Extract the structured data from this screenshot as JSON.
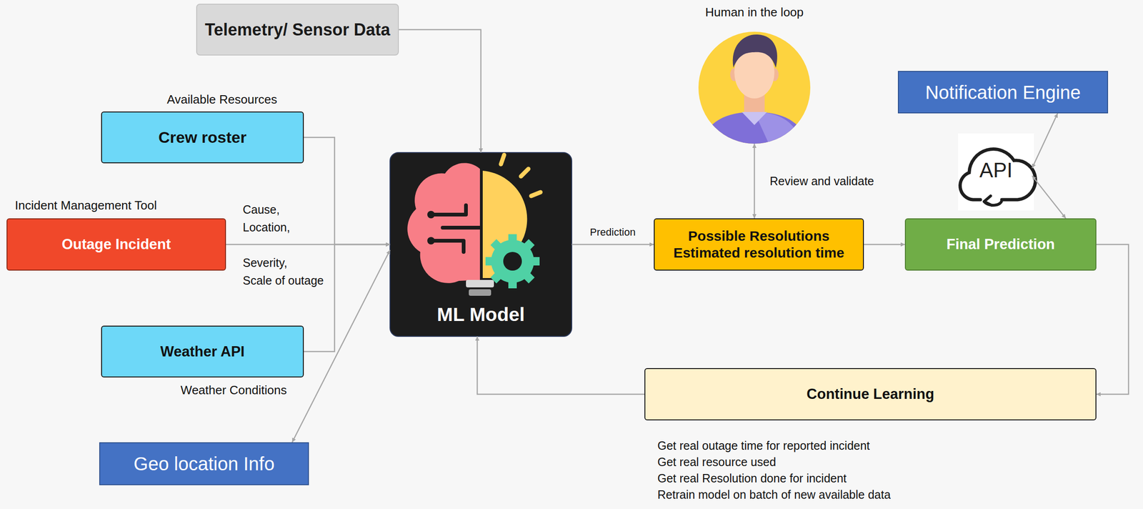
{
  "diagram": {
    "nodes": [
      {
        "text": [
          "Telemetry/ Sensor Data"
        ]
      },
      {
        "text": [
          "Available Resources",
          "Crew roster"
        ]
      },
      {
        "text": [
          "Incident Management Tool",
          "Outage Incident"
        ]
      },
      {
        "text": [
          "Weather API",
          "Weather Conditions"
        ]
      },
      {
        "text": [
          "Geo location Info"
        ]
      },
      {
        "text": [
          "ML Model"
        ]
      },
      {
        "text": [
          "Human in the loop"
        ]
      },
      {
        "text": [
          "Possible Resolutions Estimated resolution time"
        ]
      },
      {
        "text": [
          "Notification Engine"
        ]
      },
      {
        "text": [
          "API"
        ]
      },
      {
        "text": [
          "Final Prediction"
        ]
      },
      {
        "text": [
          "Continue Learning"
        ]
      }
    ],
    "edges": [
      {
        "from": 0,
        "to": 5,
        "arrow": "to"
      },
      {
        "from": 1,
        "to": 5,
        "arrow": "to"
      },
      {
        "from": 2,
        "to": 5,
        "arrow": "to"
      },
      {
        "from": 3,
        "to": 5,
        "arrow": "to"
      },
      {
        "from": 4,
        "to": 5,
        "arrow": "both"
      },
      {
        "from": 5,
        "to": 7,
        "label": "Prediction",
        "arrow": "to"
      },
      {
        "from": 6,
        "to": 7,
        "label": "Review and validate",
        "arrow": "both"
      },
      {
        "from": 7,
        "to": 10,
        "arrow": "to"
      },
      {
        "from": 10,
        "to": 9,
        "arrow": "both"
      },
      {
        "from": 9,
        "to": 8,
        "arrow": "both"
      },
      {
        "from": 10,
        "to": 11,
        "arrow": "to"
      },
      {
        "from": 11,
        "to": 5,
        "arrow": "to"
      }
    ],
    "labels": [
      "Cause,",
      "Location,",
      "Severity,",
      "Scale of outage",
      "Get real outage time for reported incident",
      "Get real resource used",
      "Get real Resolution done for incident",
      "Retrain model on batch of new available data"
    ]
  }
}
